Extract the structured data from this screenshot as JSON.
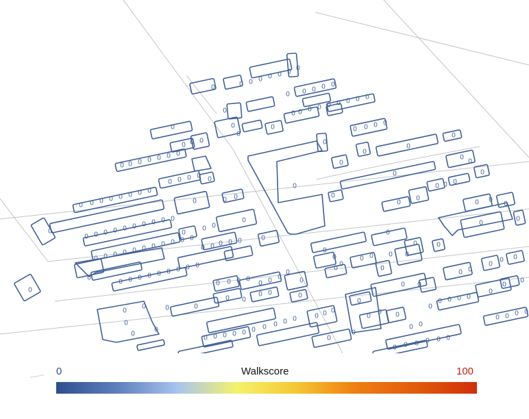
{
  "map": {
    "metric": "Walkscore",
    "building_label": "0",
    "building_score": 0
  },
  "legend": {
    "title": "Walkscore",
    "min_label": "0",
    "max_label": "100",
    "colors": [
      "#2e4f8f",
      "#5b7dbb",
      "#a9c4ee",
      "#f5f26a",
      "#f5c733",
      "#ef7f12",
      "#e05a0b",
      "#d22f09"
    ]
  }
}
